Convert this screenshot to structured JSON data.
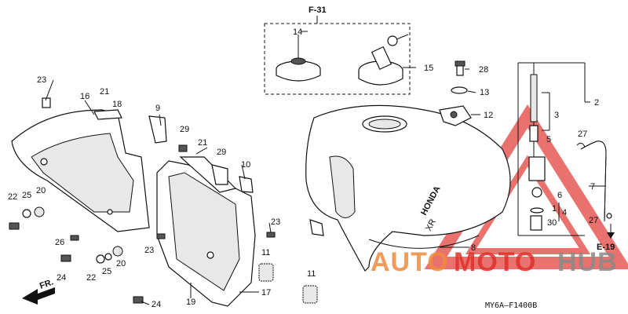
{
  "diagram": {
    "section_ref": "F-31",
    "fig_code": "MY6A–F1400B",
    "side_ref": "E-19",
    "fr_label": "FR.",
    "callouts": {
      "c1": "1",
      "c2": "2",
      "c3": "3",
      "c4": "4",
      "c5": "5",
      "c6": "6",
      "c7": "7",
      "c8": "8",
      "c9": "9",
      "c10": "10",
      "c11a": "11",
      "c11b": "11",
      "c12": "12",
      "c13": "13",
      "c14": "14",
      "c15": "15",
      "c16": "16",
      "c17": "17",
      "c18": "18",
      "c19": "19",
      "c20a": "20",
      "c20b": "20",
      "c21a": "21",
      "c21b": "21",
      "c22a": "22",
      "c22b": "22",
      "c23a": "23",
      "c23b": "23",
      "c23c": "23",
      "c24a": "24",
      "c24b": "24",
      "c25a": "25",
      "c25b": "25",
      "c26": "26",
      "c27a": "27",
      "c27b": "27",
      "c28": "28",
      "c29a": "29",
      "c29b": "29",
      "c30": "30"
    },
    "tank_text": "HONDA",
    "tank_text_2": "XR"
  },
  "watermark": {
    "part1": "AUTO",
    "part2": "MOTO",
    "part3": "HUB",
    "color_orange": "#f08a3c",
    "color_red": "#e0302a",
    "color_gray": "#8a8a8a"
  }
}
